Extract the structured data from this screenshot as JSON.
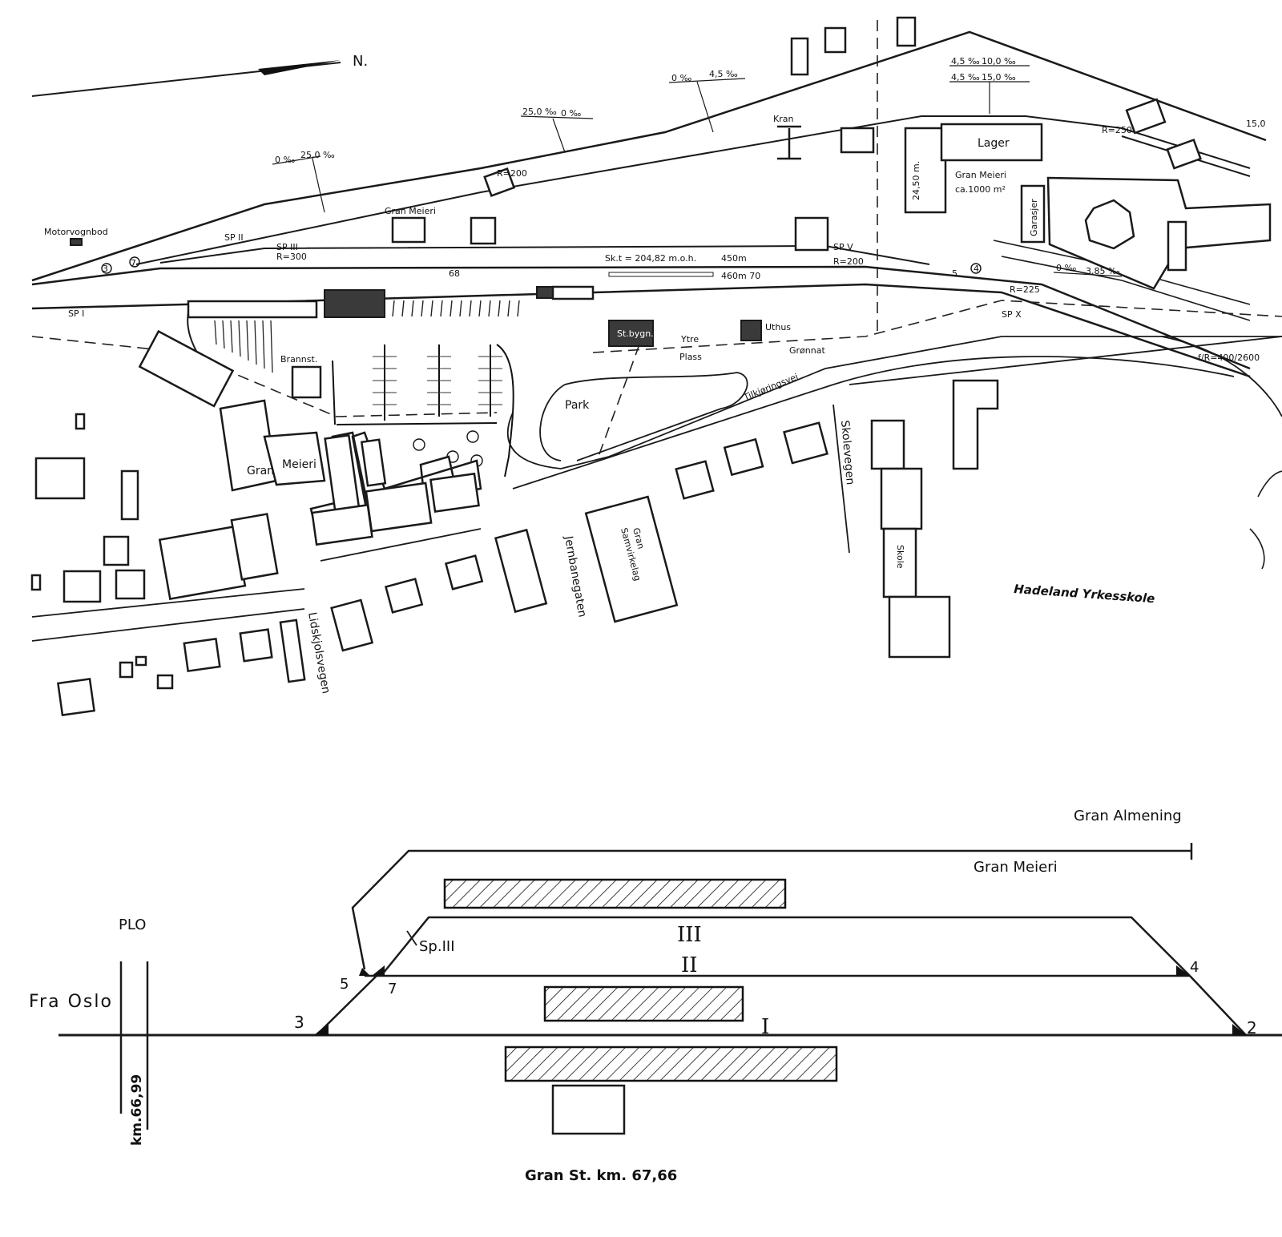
{
  "site_plan": {
    "north_label": "N.",
    "gradients": {
      "g1a": "0 ‰",
      "g1b": "25,0 ‰",
      "g2a": "25,0 ‰",
      "g2b": "0 ‰",
      "g3a": "0 ‰",
      "g3b": "4,5 ‰",
      "g4a": "4,5 ‰",
      "g4b": "10,0 ‰",
      "g5a": "4,5 ‰",
      "g5b": "15,0 ‰",
      "g6": "15,0",
      "g7a": "0 ‰",
      "g7b": "3,85 ‰"
    },
    "radii": {
      "r200": "R=200",
      "r250": "R=250",
      "r300": "R=300",
      "r225": "R=225",
      "r200b": "R=200"
    },
    "track_text": {
      "sk": "Sk.t = 204,82 m.o.h.",
      "len1": "450m",
      "len2": "460m 70",
      "n68": "68",
      "sp2": "SP II",
      "sp3": "SP III",
      "sp5": "SP V",
      "sp1": "SP I",
      "spx": "SP X"
    },
    "labels": {
      "kran": "Kran",
      "lager": "Lager",
      "meieri_top": "Gran Meieri",
      "meieri_area1": "Gran Meieri",
      "meieri_area2": "ca.1000 m²",
      "dim": "24,50 m.",
      "garasjer": "Garasjer",
      "meieri_small": "Gran Meieri",
      "motorvognbod": "Motorvognbod",
      "brannst": "Brannst.",
      "stbygn": "St.bygn.",
      "uthus": "Uthus",
      "park": "Park",
      "meieri_bldg1": "Gran",
      "meieri_bldg2": "Meieri",
      "samvirkelag1": "Gran",
      "samvirkelag2": "Samvirkelag",
      "skole": "Skole",
      "yrkesskole": "Hadeland Yrkesskole",
      "skolevegen": "Skolevegen",
      "jernbanegaten": "Jernbanegaten",
      "lidskjolsvegen": "Lidskjolsvegen",
      "plass": "Plass",
      "gronnat": "Grønnat",
      "ytre": "Ytre",
      "tilkjoring": "Tilkjøringsvei",
      "rlong": "f/R=400/2600",
      "c1": "5",
      "c2": "7",
      "c3": "4",
      "c4": "3"
    }
  },
  "track_diagram": {
    "gran_almening": "Gran Almening",
    "gran_meieri": "Gran Meieri",
    "plo": "PLO",
    "fra_oslo": "Fra Oslo",
    "sp_iii": "Sp.III",
    "track_iii": "III",
    "track_ii": "II",
    "track_i": "I",
    "switch_5": "5",
    "switch_7": "7",
    "switch_4": "4",
    "switch_3": "3",
    "switch_2": "2",
    "km_plo": "km.66,99",
    "station": "Gran St.  km. 67,66"
  }
}
